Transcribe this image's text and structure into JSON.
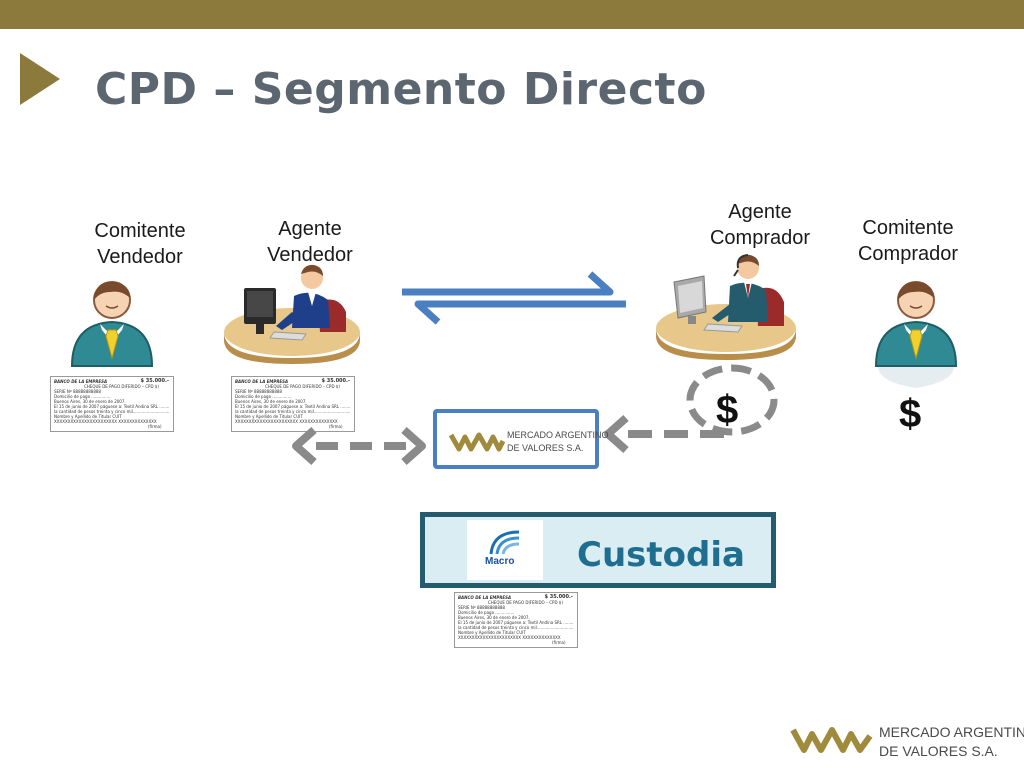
{
  "slide": {
    "title": "CPD – Segmento Directo"
  },
  "actors": {
    "comitente_vendedor": [
      "Comitente",
      "Vendedor"
    ],
    "agente_vendedor": [
      "Agente",
      "Vendedor"
    ],
    "agente_comprador": [
      "Agente",
      "Comprador"
    ],
    "comitente_comprador": [
      "Comitente",
      "Comprador"
    ]
  },
  "cheque": {
    "bank": "BANCO DE LA EMPRESA",
    "amount": "$ 35.000.-",
    "lines": [
      "CHEQUE DE PAGO DIFERIDO – CPD $)",
      "SERIE Nº 88888888888",
      "Domicilio de pago ...............",
      "Buenos Aires, 30 de enero de 2007.",
      "El 15 de junio de 2007 páguese a: Textil Andina SRL ......................",
      "la cantidad de pesos treinta y cinco mil....................................",
      "Nombre y Apellido de Titular    CUIT",
      "XXXXXXXXXXXXXXXXXXXXXXX                     XXXXXXXXXXXXXX"
    ],
    "signature": "(firma)"
  },
  "mav": {
    "line1": "MERCADO ARGENTINO",
    "line2": "DE VALORES S.A."
  },
  "custodia": {
    "label": "Custodia",
    "bank_name": "Macro"
  },
  "money": {
    "agente_comprador_symbol": "$",
    "comitente_comprador_symbol": "$"
  },
  "footer": {
    "line1": "MERCADO ARGENTINO",
    "line2": "DE VALORES S.A."
  },
  "colors": {
    "topbar": "#8c7a3c",
    "title": "#5b6670",
    "mav_border": "#4a7fc1",
    "custodia_border": "#245c6e",
    "custodia_fill": "#daedf3",
    "arrow_blue": "#4a7fc1",
    "arrow_gray": "#8a8a8a",
    "mav_logo": "#a08a3c"
  }
}
